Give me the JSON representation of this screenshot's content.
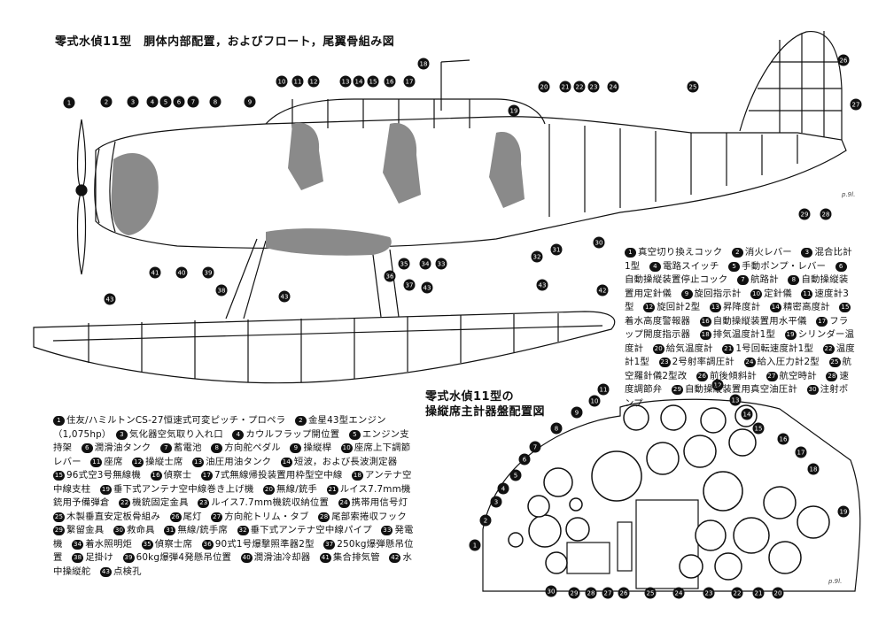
{
  "header": {
    "title": "零式水偵11型　胴体内部配置，およびフロート，尾翼骨組み図",
    "panel_title_line1": "零式水偵11型の",
    "panel_title_line2": "操縦席主計器盤配置図",
    "signature_top": "p.9l.",
    "signature_bottom": "p.9l."
  },
  "legend_right": [
    {
      "n": "1",
      "text": "真空切り換えコック"
    },
    {
      "n": "2",
      "text": "消火レバー"
    },
    {
      "n": "3",
      "text": "混合比計1型"
    },
    {
      "n": "4",
      "text": "電路スイッチ"
    },
    {
      "n": "5",
      "text": "手動ポンプ・レバー"
    },
    {
      "n": "6",
      "text": "自動操縦装置停止コック"
    },
    {
      "n": "7",
      "text": "航路計"
    },
    {
      "n": "8",
      "text": "自動操縦装置用定針儀"
    },
    {
      "n": "9",
      "text": "旋回指示計"
    },
    {
      "n": "10",
      "text": "定針儀"
    },
    {
      "n": "11",
      "text": "速度計3型"
    },
    {
      "n": "12",
      "text": "旋回計2型"
    },
    {
      "n": "13",
      "text": "昇降度計"
    },
    {
      "n": "14",
      "text": "精密高度計"
    },
    {
      "n": "15",
      "text": "着水高度警報器"
    },
    {
      "n": "16",
      "text": "自動操縦装置用水平儀"
    },
    {
      "n": "17",
      "text": "フラップ開度指示器"
    },
    {
      "n": "18",
      "text": "排気温度計1型"
    },
    {
      "n": "19",
      "text": "シリンダー温度計"
    },
    {
      "n": "20",
      "text": "給気温度計"
    },
    {
      "n": "21",
      "text": "1号回転速度計1型"
    },
    {
      "n": "22",
      "text": "温度計1型"
    },
    {
      "n": "23",
      "text": "2号射率調圧計"
    },
    {
      "n": "24",
      "text": "給入圧力計2型"
    },
    {
      "n": "25",
      "text": "航空羅針儀2型改"
    },
    {
      "n": "26",
      "text": "前後傾斜計"
    },
    {
      "n": "27",
      "text": "航空時計"
    },
    {
      "n": "28",
      "text": "速度調節弁"
    },
    {
      "n": "29",
      "text": "自動操縦装置用真空油圧計"
    },
    {
      "n": "30",
      "text": "注射ポンプ"
    }
  ],
  "legend_left": [
    {
      "n": "1",
      "text": "住友/ハミルトンCS-27恒速式可変ピッチ・プロペラ"
    },
    {
      "n": "2",
      "text": "金星43型エンジン（1,075hp）"
    },
    {
      "n": "3",
      "text": "気化器空気取り入れ口"
    },
    {
      "n": "4",
      "text": "カウルフラップ開位置"
    },
    {
      "n": "5",
      "text": "エンジン支持架"
    },
    {
      "n": "6",
      "text": "潤滑油タンク"
    },
    {
      "n": "7",
      "text": "蓄電池"
    },
    {
      "n": "8",
      "text": "方向舵ペダル"
    },
    {
      "n": "9",
      "text": "操縦桿"
    },
    {
      "n": "10",
      "text": "座席上下調節レバー"
    },
    {
      "n": "11",
      "text": "座席"
    },
    {
      "n": "12",
      "text": "操縦士席"
    },
    {
      "n": "13",
      "text": "油圧用油タンク"
    },
    {
      "n": "14",
      "text": "短波，および長波測定器"
    },
    {
      "n": "15",
      "text": "96式空3号無線機"
    },
    {
      "n": "16",
      "text": "偵察士"
    },
    {
      "n": "17",
      "text": "7式無線帰投装置用枠型空中線"
    },
    {
      "n": "18",
      "text": "アンテナ空中線支柱"
    },
    {
      "n": "19",
      "text": "垂下式アンテナ空中線巻き上げ機"
    },
    {
      "n": "20",
      "text": "無線/銃手"
    },
    {
      "n": "21",
      "text": "ルイス7.7mm機銃用予備弾倉"
    },
    {
      "n": "22",
      "text": "機銃固定金具"
    },
    {
      "n": "23",
      "text": "ルイス7.7mm機銃収納位置"
    },
    {
      "n": "24",
      "text": "携帯用信号灯"
    },
    {
      "n": "25",
      "text": "木製垂直安定板骨組み"
    },
    {
      "n": "26",
      "text": "尾灯"
    },
    {
      "n": "27",
      "text": "方向舵トリム・タブ"
    },
    {
      "n": "28",
      "text": "尾部索捲収フック"
    },
    {
      "n": "29",
      "text": "繋留金具"
    },
    {
      "n": "30",
      "text": "救命具"
    },
    {
      "n": "31",
      "text": "無線/銃手席"
    },
    {
      "n": "32",
      "text": "垂下式アンテナ空中線パイプ"
    },
    {
      "n": "33",
      "text": "発電機"
    },
    {
      "n": "34",
      "text": "着水照明炬"
    },
    {
      "n": "35",
      "text": "偵察士席"
    },
    {
      "n": "36",
      "text": "90式1号爆撃照準器2型"
    },
    {
      "n": "37",
      "text": "250kg爆弾懸吊位置"
    },
    {
      "n": "38",
      "text": "足掛け"
    },
    {
      "n": "39",
      "text": "60kg爆弾4発懸吊位置"
    },
    {
      "n": "40",
      "text": "潤滑油冷却器"
    },
    {
      "n": "41",
      "text": "集合排気管"
    },
    {
      "n": "42",
      "text": "水中操縦舵"
    },
    {
      "n": "43",
      "text": "点検孔"
    }
  ],
  "colors": {
    "ink": "#111111",
    "shadow": "#8a8a8a",
    "paper": "#ffffff"
  }
}
